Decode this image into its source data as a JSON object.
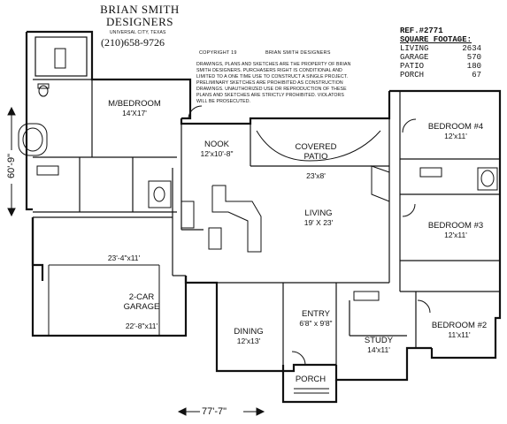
{
  "header": {
    "firm_line1": "BRIAN SMITH",
    "firm_line2": "DESIGNERS",
    "location": "UNIVERSAL CITY, TEXAS",
    "phone": "(210)658-9726"
  },
  "copyright": {
    "label": "COPYRIGHT 19",
    "owner": "BRIAN SMITH DESIGNERS",
    "text": "DRAWINGS, PLANS AND SKETCHES ARE THE PROPERTY OF BRIAN SMITH DESIGNERS. PURCHASERS RIGHT IS CONDITIONAL AND LIMITED TO A ONE TIME USE TO CONSTRUCT A SINGLE PROJECT. PRELIMINARY SKETCHES ARE PROHIBITED AS CONSTRUCTION DRAWINGS. UNAUTHORIZED USE OR REPRODUCTION OF THESE PLANS AND SKETCHES ARE STRICTLY PROHIBITED. VIOLATORS WILL BE PROSECUTED."
  },
  "reference": {
    "ref": "REF.#2771",
    "heading": "SQUARE FOOTAGE:",
    "rows": [
      {
        "label": "LIVING",
        "value": "2634"
      },
      {
        "label": "GARAGE",
        "value": "570"
      },
      {
        "label": "PATIO",
        "value": "180"
      },
      {
        "label": "PORCH",
        "value": "67"
      }
    ]
  },
  "rooms": {
    "master": {
      "name": "M/BEDROOM",
      "size": "14'X17'"
    },
    "nook": {
      "name": "NOOK",
      "size": "12'x10'-8\""
    },
    "patio": {
      "name": "COVERED\nPATIO",
      "size": "23'x8'"
    },
    "bed4": {
      "name": "BEDROOM #4",
      "size": "12'x11'"
    },
    "bed3": {
      "name": "BEDROOM #3",
      "size": "12'x11'"
    },
    "bed2": {
      "name": "BEDROOM #2",
      "size": "11'x11'"
    },
    "living": {
      "name": "LIVING",
      "size": "19' X 23'"
    },
    "garage_ext": {
      "size": "23'-4\"x11'"
    },
    "garage": {
      "name": "2-CAR\nGARAGE",
      "size": "22'-8\"x11'"
    },
    "dining": {
      "name": "DINING",
      "size": "12'x13'"
    },
    "entry": {
      "name": "ENTRY",
      "size": "6'8\" x 9'8\""
    },
    "study": {
      "name": "STUDY",
      "size": "14'x11'"
    },
    "porch": {
      "name": "PORCH"
    }
  },
  "dimensions": {
    "depth": "60'-9\"",
    "width": "77'-7\""
  }
}
